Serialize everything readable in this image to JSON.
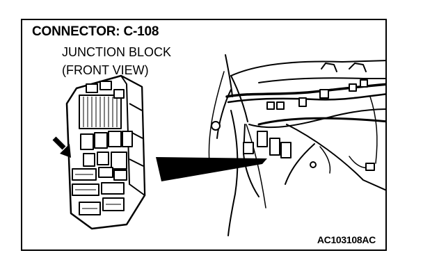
{
  "figure": {
    "connector_title": "CONNECTOR: C-108",
    "block_name_line1": "JUNCTION BLOCK",
    "block_name_line2": "(FRONT VIEW)",
    "figure_code": "AC103108AC"
  },
  "icons": {
    "junction_block": "junction-block-front-view",
    "pointer_arrow": "connector-pointer-arrow",
    "callout_wedge": "callout-wedge",
    "dashboard": "dashboard-wiring-harness"
  },
  "colors": {
    "ink": "#000000",
    "paper": "#ffffff"
  }
}
